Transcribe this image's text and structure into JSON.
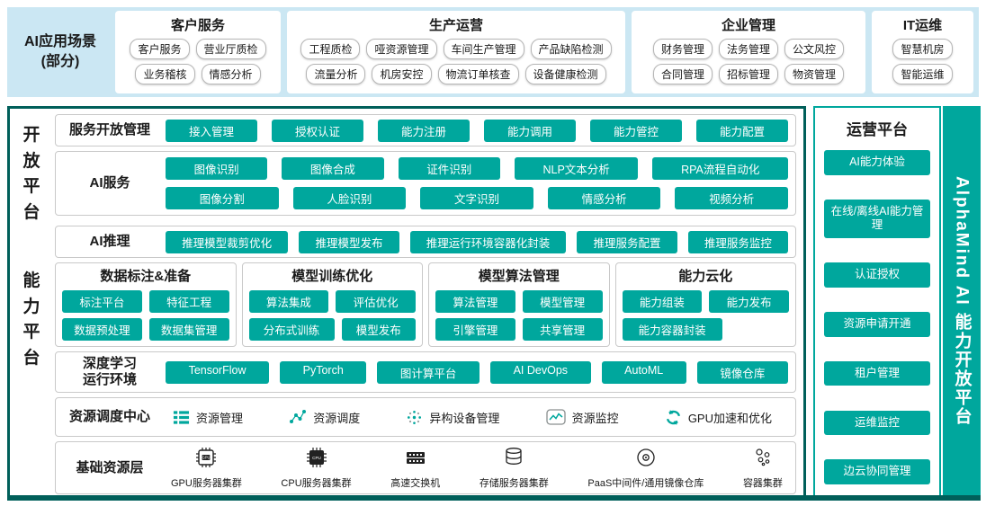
{
  "colors": {
    "teal": "#00a79d",
    "dark_teal": "#005f5a",
    "light_blue": "#cbe7f3"
  },
  "scenarios": {
    "label_line1": "AI应用场景",
    "label_line2": "(部分)",
    "groups": [
      {
        "title": "客户服务",
        "rows": [
          [
            "客户服务",
            "营业厅质检"
          ],
          [
            "业务稽核",
            "情感分析"
          ]
        ]
      },
      {
        "title": "生产运营",
        "rows": [
          [
            "工程质检",
            "哑资源管理",
            "车间生产管理",
            "产品缺陷检测"
          ],
          [
            "流量分析",
            "机房安控",
            "物流订单核查",
            "设备健康检测"
          ]
        ]
      },
      {
        "title": "企业管理",
        "rows": [
          [
            "财务管理",
            "法务管理",
            "公文风控"
          ],
          [
            "合同管理",
            "招标管理",
            "物资管理"
          ]
        ]
      },
      {
        "title": "IT运维",
        "rows": [
          [
            "智慧机房"
          ],
          [
            "智能运维"
          ]
        ]
      }
    ]
  },
  "open_platform": {
    "side_label": "开放平台",
    "service_mgmt": {
      "title": "服务开放管理",
      "buttons": [
        "接入管理",
        "授权认证",
        "能力注册",
        "能力调用",
        "能力管控",
        "能力配置"
      ]
    },
    "ai_services": {
      "title": "AI服务",
      "rows": [
        [
          "图像识别",
          "图像合成",
          "证件识别",
          "NLP文本分析",
          "RPA流程自动化"
        ],
        [
          "图像分割",
          "人脸识别",
          "文字识别",
          "情感分析",
          "视频分析"
        ]
      ]
    }
  },
  "capability_platform": {
    "side_label": "能力平台",
    "ai_inference": {
      "title": "AI推理",
      "buttons": [
        "推理模型裁剪优化",
        "推理模型发布",
        "推理运行环境容器化封装",
        "推理服务配置",
        "推理服务监控"
      ]
    },
    "columns": [
      {
        "title": "数据标注&准备",
        "rows": [
          [
            "标注平台",
            "特征工程"
          ],
          [
            "数据预处理",
            "数据集管理"
          ]
        ]
      },
      {
        "title": "模型训练优化",
        "rows": [
          [
            "算法集成",
            "评估优化"
          ],
          [
            "分布式训练",
            "模型发布"
          ]
        ]
      },
      {
        "title": "模型算法管理",
        "rows": [
          [
            "算法管理",
            "模型管理"
          ],
          [
            "引擎管理",
            "共享管理"
          ]
        ]
      },
      {
        "title": "能力云化",
        "rows": [
          [
            "能力组装",
            "能力发布"
          ],
          [
            "能力容器封装"
          ]
        ]
      }
    ],
    "dl_runtime": {
      "title_line1": "深度学习",
      "title_line2": "运行环境",
      "buttons": [
        "TensorFlow",
        "PyTorch",
        "图计算平台",
        "AI DevOps",
        "AutoML",
        "镜像仓库"
      ]
    },
    "scheduling": {
      "title": "资源调度中心",
      "items": [
        {
          "icon": "list-icon",
          "label": "资源管理"
        },
        {
          "icon": "nodes-icon",
          "label": "资源调度"
        },
        {
          "icon": "scatter-icon",
          "label": "异构设备管理"
        },
        {
          "icon": "chart-icon",
          "label": "资源监控"
        },
        {
          "icon": "refresh-icon",
          "label": "GPU加速和优化"
        }
      ]
    },
    "base_resources": {
      "title": "基础资源层",
      "items": [
        {
          "icon": "gpu-chip-icon",
          "label": "GPU服务器集群"
        },
        {
          "icon": "cpu-chip-icon",
          "label": "CPU服务器集群"
        },
        {
          "icon": "switch-icon",
          "label": "高速交换机"
        },
        {
          "icon": "storage-icon",
          "label": "存储服务器集群"
        },
        {
          "icon": "disc-icon",
          "label": "PaaS中间件/通用镜像仓库"
        },
        {
          "icon": "container-icon",
          "label": "容器集群"
        }
      ]
    }
  },
  "operations_platform": {
    "title": "运营平台",
    "buttons": [
      "AI能力体验",
      "在线/离线AI能力管理",
      "认证授权",
      "资源申请开通",
      "租户管理",
      "运维监控",
      "边云协同管理"
    ]
  },
  "brand_bar": {
    "title": "AlphaMind AI 能力开放平台"
  }
}
